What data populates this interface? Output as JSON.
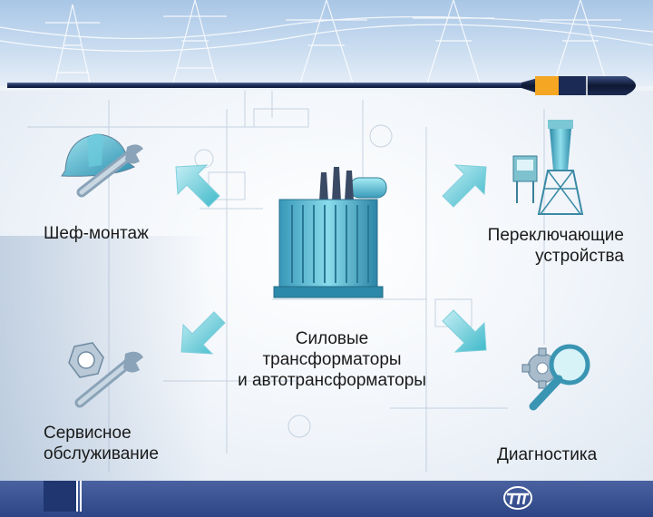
{
  "labels": {
    "installation": "Шеф-монтаж",
    "switching_line1": "Переключающие",
    "switching_line2": "устройства",
    "center_line1": "Силовые",
    "center_line2": "трансформаторы",
    "center_line3": "и автотрансформаторы",
    "service_line1": "Сервисное",
    "service_line2": "обслуживание",
    "diagnostics": "Диагностика"
  },
  "icons": {
    "installation": "hardhat-wrench-icon",
    "switching": "switchgear-icon",
    "center": "transformer-icon",
    "service": "nut-wrench-icon",
    "diagnostics": "gear-magnifier-icon",
    "brand": "company-logo"
  },
  "colors": {
    "accent_orange": "#f5a623",
    "tube_dark": "#1e2f5c",
    "teal": "#3fb9c9",
    "bar_blue": "#2d4585"
  }
}
